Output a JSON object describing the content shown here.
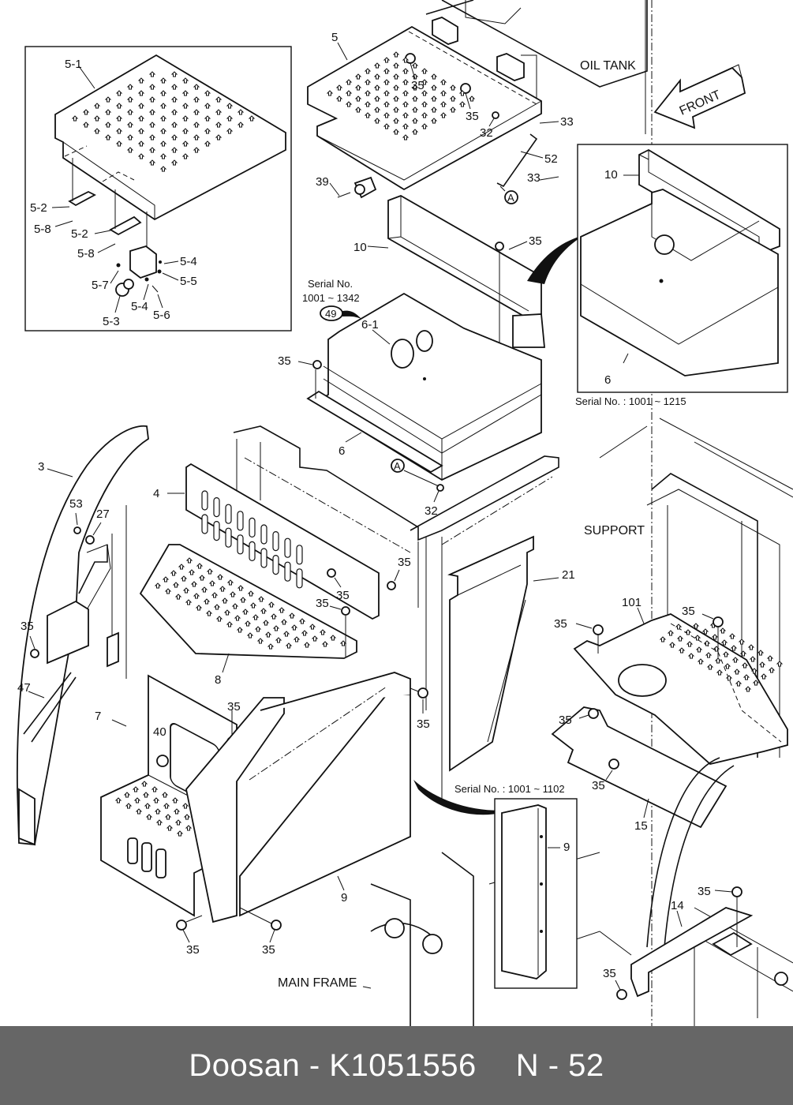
{
  "diagram": {
    "title_labels": {
      "oil_tank": "OIL TANK",
      "front": "FRONT",
      "support": "SUPPORT",
      "main_frame": "MAIN FRAME"
    },
    "serial_notes": {
      "note_49_line1": "Serial No.",
      "note_49_line2": "1001 ~ 1342",
      "note_49_ref": "49",
      "inset_right": "Serial No. : 1001 ~ 1215",
      "inset_bottom": "Serial No. : 1001 ~ 1102"
    },
    "inset_left_callouts": [
      "5-1",
      "5-2",
      "5-8",
      "5-2",
      "5-8",
      "5-4",
      "5-5",
      "5-7",
      "5-4",
      "5-6",
      "5-3"
    ],
    "callouts": {
      "c5": "5",
      "c35a": "35",
      "c35b": "35",
      "c32a": "32",
      "c33a": "33",
      "c33b": "33",
      "c52": "52",
      "c39": "39",
      "cA1": "A",
      "c10": "10",
      "c35c": "35",
      "c6_1": "6-1",
      "c35d": "35",
      "c6": "6",
      "cA2": "A",
      "c32b": "32",
      "c3": "3",
      "c4": "4",
      "c53": "53",
      "c27": "27",
      "c35e": "35",
      "c35f": "35",
      "c35g": "35",
      "c35h": "35",
      "c21": "21",
      "c8": "8",
      "c47": "47",
      "c7": "7",
      "c40": "40",
      "c35i": "35",
      "c35j": "35",
      "c35k": "35",
      "c35l": "35",
      "c9": "9",
      "c101": "101",
      "c35m": "35",
      "c35n": "35",
      "c35o": "35",
      "c35p": "35",
      "c15": "15",
      "c14": "14",
      "c35q": "35",
      "c35r": "35",
      "inset_c10": "10",
      "inset_c6": "6",
      "inset_c9": "9"
    }
  },
  "footer": {
    "brand": "Doosan",
    "separator": "-",
    "part_number": "K1051556",
    "page_label": "N - 52"
  }
}
